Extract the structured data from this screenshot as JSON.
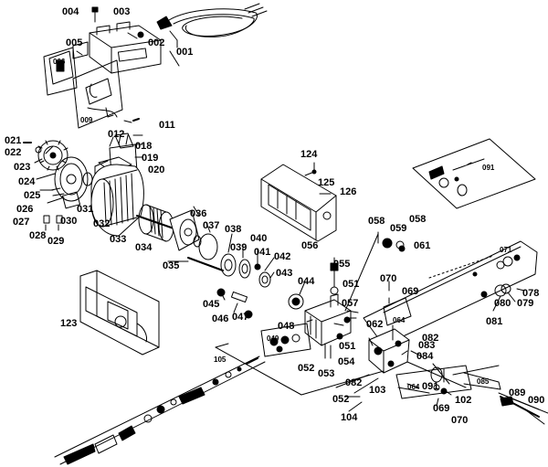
{
  "diagram": {
    "line_color": "#000000",
    "background": "#ffffff",
    "labels": [
      {
        "id": "p001",
        "text": "001"
      },
      {
        "id": "p002",
        "text": "002"
      },
      {
        "id": "p003",
        "text": "003"
      },
      {
        "id": "p004",
        "text": "004"
      },
      {
        "id": "p005",
        "text": "005"
      },
      {
        "id": "p006",
        "text": "006"
      },
      {
        "id": "p009",
        "text": "009"
      },
      {
        "id": "p011",
        "text": "011"
      },
      {
        "id": "p012",
        "text": "012"
      },
      {
        "id": "p018",
        "text": "018"
      },
      {
        "id": "p019",
        "text": "019"
      },
      {
        "id": "p020",
        "text": "020"
      },
      {
        "id": "p021",
        "text": "021"
      },
      {
        "id": "p022",
        "text": "022"
      },
      {
        "id": "p023",
        "text": "023"
      },
      {
        "id": "p024",
        "text": "024"
      },
      {
        "id": "p025",
        "text": "025"
      },
      {
        "id": "p026",
        "text": "026"
      },
      {
        "id": "p027",
        "text": "027"
      },
      {
        "id": "p028",
        "text": "028"
      },
      {
        "id": "p029",
        "text": "029"
      },
      {
        "id": "p030",
        "text": "030"
      },
      {
        "id": "p031",
        "text": "031"
      },
      {
        "id": "p032",
        "text": "032"
      },
      {
        "id": "p033",
        "text": "033"
      },
      {
        "id": "p034",
        "text": "034"
      },
      {
        "id": "p035",
        "text": "035"
      },
      {
        "id": "p036",
        "text": "036"
      },
      {
        "id": "p037",
        "text": "037"
      },
      {
        "id": "p038",
        "text": "038"
      },
      {
        "id": "p039",
        "text": "039"
      },
      {
        "id": "p040",
        "text": "040"
      },
      {
        "id": "p041",
        "text": "041"
      },
      {
        "id": "p042",
        "text": "042"
      },
      {
        "id": "p043",
        "text": "043"
      },
      {
        "id": "p044",
        "text": "044"
      },
      {
        "id": "p045",
        "text": "045"
      },
      {
        "id": "p046",
        "text": "046"
      },
      {
        "id": "p047",
        "text": "047"
      },
      {
        "id": "p048",
        "text": "048"
      },
      {
        "id": "p049",
        "text": "049"
      },
      {
        "id": "p051a",
        "text": "051"
      },
      {
        "id": "p051b",
        "text": "051"
      },
      {
        "id": "p052a",
        "text": "052"
      },
      {
        "id": "p052b",
        "text": "052"
      },
      {
        "id": "p053",
        "text": "053"
      },
      {
        "id": "p054",
        "text": "054"
      },
      {
        "id": "p055",
        "text": "055"
      },
      {
        "id": "p056",
        "text": "056"
      },
      {
        "id": "p057",
        "text": "057"
      },
      {
        "id": "p058a",
        "text": "058"
      },
      {
        "id": "p058b",
        "text": "058"
      },
      {
        "id": "p059",
        "text": "059"
      },
      {
        "id": "p061",
        "text": "061"
      },
      {
        "id": "p062",
        "text": "062"
      },
      {
        "id": "p064a",
        "text": "064"
      },
      {
        "id": "p064b",
        "text": "064"
      },
      {
        "id": "p069a",
        "text": "069"
      },
      {
        "id": "p069b",
        "text": "069"
      },
      {
        "id": "p070a",
        "text": "070"
      },
      {
        "id": "p070b",
        "text": "070"
      },
      {
        "id": "p071",
        "text": "071"
      },
      {
        "id": "p078",
        "text": "078"
      },
      {
        "id": "p079",
        "text": "079"
      },
      {
        "id": "p080",
        "text": "080"
      },
      {
        "id": "p081",
        "text": "081"
      },
      {
        "id": "p082a",
        "text": "082"
      },
      {
        "id": "p082b",
        "text": "082"
      },
      {
        "id": "p083",
        "text": "083"
      },
      {
        "id": "p084",
        "text": "084"
      },
      {
        "id": "p085",
        "text": "085"
      },
      {
        "id": "p089",
        "text": "089"
      },
      {
        "id": "p090",
        "text": "090"
      },
      {
        "id": "p091a",
        "text": "091"
      },
      {
        "id": "p091b",
        "text": "091"
      },
      {
        "id": "p102",
        "text": "102"
      },
      {
        "id": "p103",
        "text": "103"
      },
      {
        "id": "p104",
        "text": "104"
      },
      {
        "id": "p105",
        "text": "105"
      },
      {
        "id": "p123",
        "text": "123"
      },
      {
        "id": "p124",
        "text": "124"
      },
      {
        "id": "p125",
        "text": "125"
      },
      {
        "id": "p126",
        "text": "126"
      }
    ]
  }
}
